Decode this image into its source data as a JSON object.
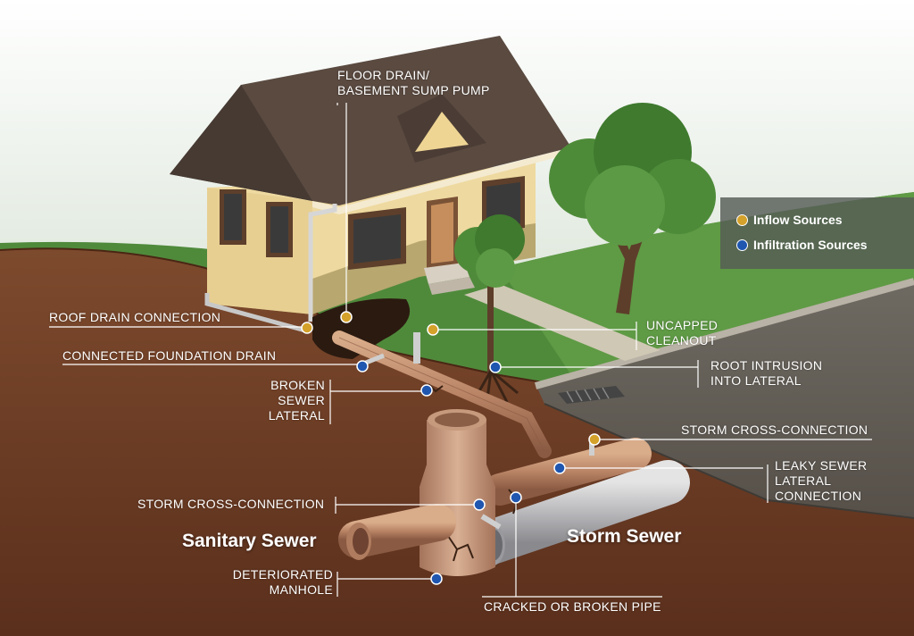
{
  "legend": {
    "inflow_label": "Inflow Sources",
    "infiltration_label": "Infiltration Sources",
    "inflow_color": "#d4a12a",
    "infiltration_color": "#1f56b0"
  },
  "titles": {
    "sanitary_sewer": "Sanitary Sewer",
    "storm_sewer": "Storm Sewer"
  },
  "labels": {
    "floor_drain": [
      "FLOOR DRAIN/",
      "BASEMENT SUMP PUMP"
    ],
    "roof_drain": "ROOF DRAIN CONNECTION",
    "foundation_drain": "CONNECTED FOUNDATION DRAIN",
    "broken_lateral": [
      "BROKEN",
      "SEWER",
      "LATERAL"
    ],
    "uncapped_cleanout": [
      "UNCAPPED",
      "CLEANOUT"
    ],
    "root_intrusion": [
      "ROOT INTRUSION",
      "INTO LATERAL"
    ],
    "storm_cross_right": "STORM CROSS-CONNECTION",
    "leaky_lateral": [
      "LEAKY  SEWER",
      "LATERAL",
      "CONNECTION"
    ],
    "storm_cross_left": "STORM CROSS-CONNECTION",
    "deteriorated_manhole": [
      "DETERIORATED",
      "MANHOLE"
    ],
    "cracked_pipe": "CRACKED OR BROKEN PIPE"
  }
}
